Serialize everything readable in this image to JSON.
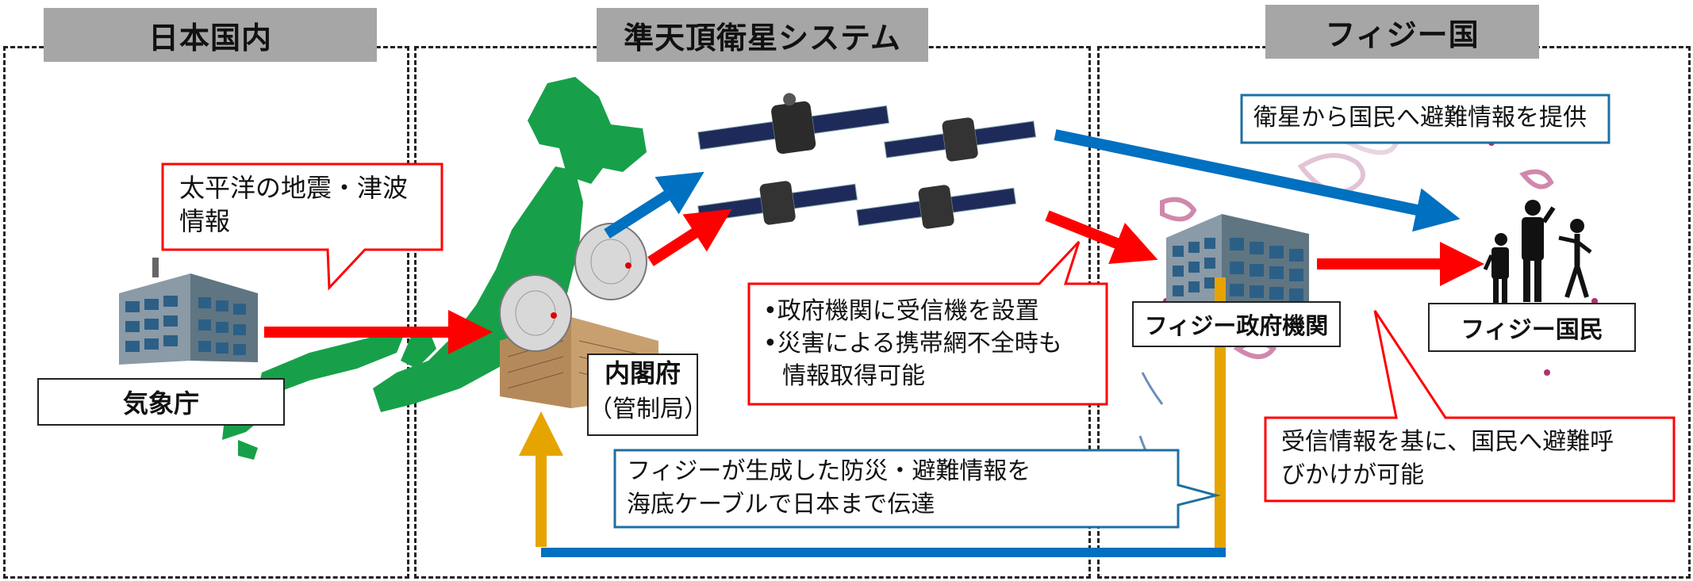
{
  "regions": {
    "japan": {
      "title": "日本国内"
    },
    "qzss": {
      "title": "準天頂衛星システム"
    },
    "fiji": {
      "title": "フィジー国"
    }
  },
  "nodes": {
    "jma": "気象庁",
    "cabinet_office_name": "内閣府",
    "cabinet_office_sub": "（管制局）",
    "fiji_gov": "フィジー政府機関",
    "fiji_people": "フィジー国民"
  },
  "callouts": {
    "quake_info_l1": "太平洋の地震・津波",
    "quake_info_l2": "情報",
    "receiver_b1": "•政府機関に受信機を設置",
    "receiver_b2": "•災害による携帯網不全時も",
    "receiver_b2_cont": "情報取得可能",
    "satellite_to_people": "衛星から国民へ避難情報を提供",
    "evac_call_l1": "受信情報を基に、国民へ避難呼",
    "evac_call_l2": "びかけが可能",
    "cable_l1": "フィジーが生成した防災・避難情報を",
    "cable_l2": "海底ケーブルで日本まで伝達"
  },
  "colors": {
    "red_arrow": "#ff0000",
    "blue_arrow": "#0070c0",
    "orange_line": "#e6a400",
    "japan_map": "#17a049",
    "header_gray": "#a6a6a6"
  },
  "icons": [
    "building-icon",
    "japan-map",
    "satellite-dish-icon",
    "satellite-icon",
    "people-icon",
    "fiji-map"
  ]
}
